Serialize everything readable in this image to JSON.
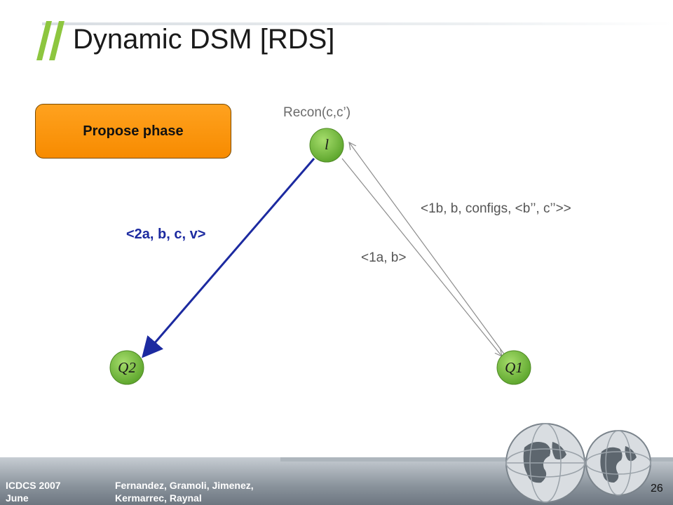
{
  "slide": {
    "title": "Dynamic DSM [RDS]",
    "phase_label": "Propose phase",
    "recon_label": "Recon(c,c’)",
    "message_to_q1": "<1b, b, configs, <b’’, c’’>>",
    "message_from_q1": "<1a, b>",
    "message_to_q2": "<2a, b, c, v>"
  },
  "nodes": {
    "leader": "l",
    "q2": "Q2",
    "q1": "Q1"
  },
  "footer": {
    "conference_line1": "ICDCS 2007",
    "conference_line2": "June",
    "authors_line1": "Fernandez, Gramoli, Jimenez,",
    "authors_line2": "Kermarrec, Raynal",
    "page_number": "26"
  },
  "colors": {
    "phase_fill": "#f78b00",
    "node_fill": "#7cc242",
    "arrow_to_q2": "#1c2aa0",
    "arrow_gray": "#8c8c8c",
    "title_accent": "#8dc63f"
  }
}
